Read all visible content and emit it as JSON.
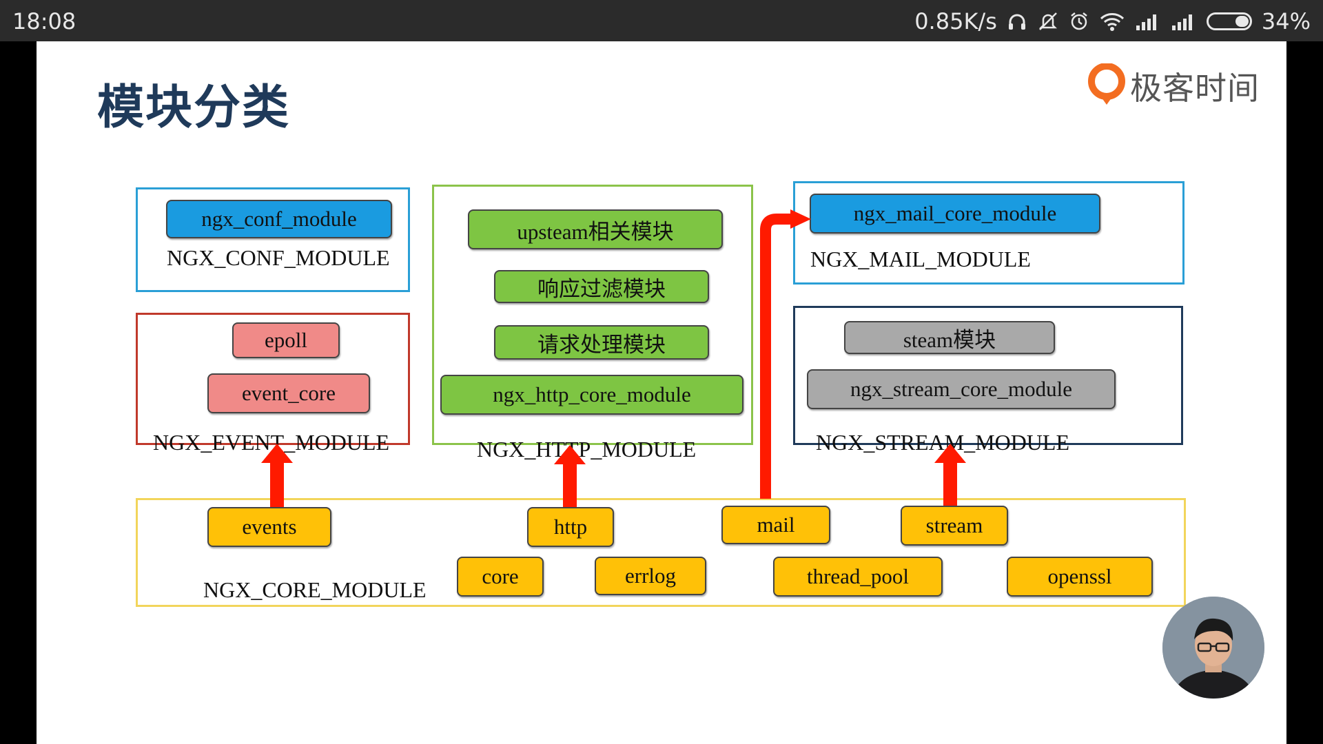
{
  "status_bar": {
    "time": "18:08",
    "network_speed": "0.85K/s",
    "battery_percent": "34%",
    "battery_level": 0.34,
    "icons": [
      "headphones-icon",
      "mute-icon",
      "alarm-icon",
      "wifi-icon",
      "signal-icon",
      "signal-icon",
      "battery-icon"
    ]
  },
  "slide": {
    "title": "模块分类",
    "brand": "极客时间",
    "groups": {
      "conf": {
        "label": "NGX_CONF_MODULE",
        "border_color": "#2a9fd6",
        "items": [
          "ngx_conf_module"
        ]
      },
      "event": {
        "label": "NGX_EVENT_MODULE",
        "border_color": "#c0392b",
        "items": [
          "epoll",
          "event_core"
        ]
      },
      "http": {
        "label": "NGX_HTTP_MODULE",
        "border_color": "#8bc34a",
        "items": [
          "upsteam相关模块",
          "响应过滤模块",
          "请求处理模块",
          "ngx_http_core_module"
        ]
      },
      "mail": {
        "label": "NGX_MAIL_MODULE",
        "border_color": "#2a9fd6",
        "items": [
          "ngx_mail_core_module"
        ]
      },
      "stream": {
        "label": "NGX_STREAM_MODULE",
        "border_color": "#1f3a5a",
        "items": [
          "steam模块",
          "ngx_stream_core_module"
        ]
      },
      "core": {
        "label": "NGX_CORE_MODULE",
        "border_color": "#f2d55b",
        "items": [
          "events",
          "http",
          "mail",
          "stream",
          "core",
          "errlog",
          "thread_pool",
          "openssl"
        ]
      }
    },
    "colors": {
      "blue": "#1a9be0",
      "red": "#f08a88",
      "green": "#7ec543",
      "gray": "#a9a9a9",
      "orange": "#ffc107",
      "arrow": "#ff1a00"
    }
  }
}
